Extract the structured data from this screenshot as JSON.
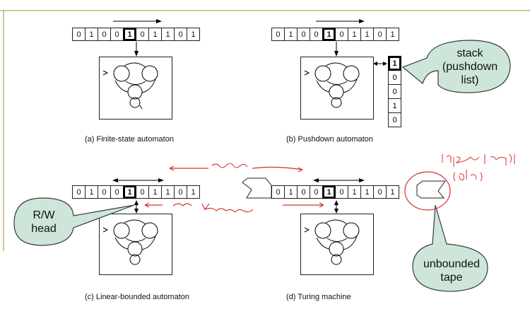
{
  "panels": [
    {
      "id": "a",
      "caption": "(a) Finite-state automaton",
      "tape": [
        "0",
        "1",
        "0",
        "0",
        "1",
        "0",
        "1",
        "1",
        "0",
        "1"
      ],
      "head_index": 4,
      "head_motion": "right"
    },
    {
      "id": "b",
      "caption": "(b) Pushdown automaton",
      "tape": [
        "0",
        "1",
        "0",
        "0",
        "1",
        "0",
        "1",
        "1",
        "0",
        "1"
      ],
      "head_index": 4,
      "head_motion": "right",
      "stack": [
        "1",
        "0",
        "0",
        "1",
        "0"
      ]
    },
    {
      "id": "c",
      "caption": "(c) Linear-bounded automaton",
      "tape": [
        "0",
        "1",
        "0",
        "0",
        "1",
        "0",
        "1",
        "1",
        "0",
        "1"
      ],
      "head_index": 4,
      "head_motion": "both"
    },
    {
      "id": "d",
      "caption": "(d) Turing machine",
      "tape": [
        "0",
        "1",
        "0",
        "0",
        "1",
        "0",
        "1",
        "1",
        "0",
        "1"
      ],
      "head_index": 4,
      "head_motion": "both"
    }
  ],
  "callouts": {
    "stack": [
      "stack",
      "(pushdown",
      "list)"
    ],
    "rw_head": [
      "R/W",
      "head"
    ],
    "unbounded": [
      "unbounded",
      "tape"
    ]
  },
  "colors": {
    "callout_fill": "#cde6d9",
    "callout_stroke": "#3a3a3a",
    "annotation": "#d63030",
    "accent_line": "#a09020"
  }
}
